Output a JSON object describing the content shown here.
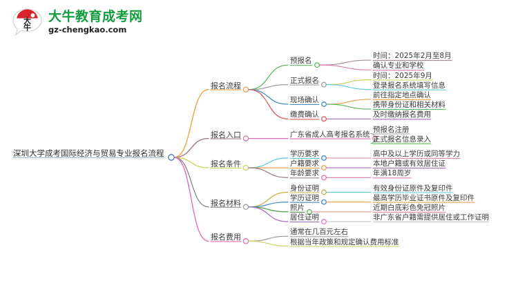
{
  "logo": {
    "icon": "daniu-speech-bubble-logo",
    "title_cn": "大牛教育成考网",
    "domain": "gz-chengkao.com",
    "mark_text": "大牛",
    "brand_green": "#149b3f",
    "brand_red": "#d8232a"
  },
  "mindmap": {
    "root": {
      "label": "深圳大学成考国际经济与贸易专业报名流程",
      "node_color": "#3c78c8"
    },
    "branches": [
      {
        "label": "报名流程",
        "color": "#f5a33c",
        "node_color": "#f0a04b",
        "children": [
          {
            "label": "预报名",
            "color": "#5cb85c",
            "node_color": "#5cb85c",
            "leaves": [
              {
                "label": "时间：2025年2月至8月",
                "color": "#a08c96"
              },
              {
                "label": "确认专业和学校",
                "color": "#d87ba8"
              }
            ]
          },
          {
            "label": "正式报名",
            "color": "#9e9e9e",
            "node_color": "#9e9e9e",
            "leaves": [
              {
                "label": "时间：2025年9月",
                "color": "#c8cf5a"
              },
              {
                "label": "登录报名系统填写信息",
                "color": "#5ec8e0"
              }
            ]
          },
          {
            "label": "现场确认",
            "color": "#3c8ccc",
            "node_color": "#3c8ccc",
            "leaves": [
              {
                "label": "前往指定地点确认",
                "color": "#f0a04b"
              },
              {
                "label": "携带身份证和相关材料",
                "color": "#5cb85c"
              }
            ]
          },
          {
            "label": "缴费确认",
            "color": "#e05a5a",
            "node_color": "#e05a5a",
            "leaves": [
              {
                "label": "及时缴纳报名费用",
                "color": "#a06cc0"
              }
            ]
          }
        ]
      },
      {
        "label": "报名入口",
        "color": "#9c7a82",
        "node_color": "#d878a8",
        "children": [
          {
            "label": "广东省成人高考报名系统",
            "color": "#e06cb4",
            "node_color": "#e06cb4",
            "leaves": [
              {
                "label": "预报名注册",
                "color": "#9e9e9e"
              },
              {
                "label": "正式报名信息录入",
                "color": "#5cb85c"
              }
            ]
          }
        ]
      },
      {
        "label": "报名条件",
        "color": "#ccd45c",
        "node_color": "#ccd45c",
        "children": [
          {
            "label": "学历要求",
            "color": "#5ec8e0",
            "node_color": "#3c8ccc",
            "leaves": [
              {
                "label": "高中及以上学历或同等学力",
                "color": "#e08ca0"
              }
            ]
          },
          {
            "label": "户籍要求",
            "color": "#f0a04b",
            "node_color": "#f0a04b",
            "leaves": [
              {
                "label": "本地户籍或有效居住证",
                "color": "#a06cc0"
              }
            ]
          },
          {
            "label": "年龄要求",
            "color": "#9c7a82",
            "node_color": "#e06cb4",
            "leaves": [
              {
                "label": "年满18周岁",
                "color": "#d87ba8"
              }
            ]
          }
        ]
      },
      {
        "label": "报名材料",
        "color": "#8c8c8c",
        "node_color": "#9e9e9e",
        "children": [
          {
            "label": "身份证明",
            "color": "#c8b040",
            "node_color": "#c8b040",
            "leaves": [
              {
                "label": "有效身份证原件及复印件",
                "color": "#5ec8e0"
              }
            ]
          },
          {
            "label": "学历证明",
            "color": "#3c8ccc",
            "node_color": "#3c8ccc",
            "leaves": [
              {
                "label": "最高学历毕业证书原件及复印件",
                "color": "#f0a04b"
              }
            ]
          },
          {
            "label": "照片",
            "color": "#4c9c4c",
            "node_color": "#5cb85c",
            "leaves": [
              {
                "label": "近期白底彩色免冠照片",
                "color": "#e88c8c"
              }
            ]
          },
          {
            "label": "居住证明",
            "color": "#a06cc0",
            "node_color": "#d878c8",
            "leaves": [
              {
                "label": "非广东省户籍需提供居住或工作证明",
                "color": "#c8c8c8"
              }
            ]
          }
        ]
      },
      {
        "label": "报名费用",
        "color": "#e86cb4",
        "node_color": "#e06cb4",
        "children": [
          {
            "label": "通常在几百元左右",
            "color": "#9e9e9e",
            "node_color": null,
            "leaves": []
          },
          {
            "label": "根据当年政策和规定确认费用标准",
            "color": "#ccd45c",
            "node_color": null,
            "leaves": []
          }
        ]
      }
    ]
  }
}
